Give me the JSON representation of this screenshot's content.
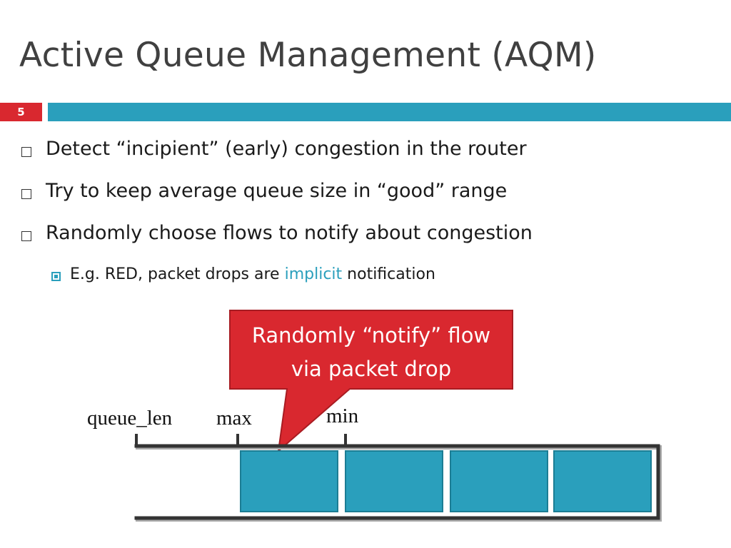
{
  "slide": {
    "title": "Active Queue Management (AQM)",
    "number": "5",
    "accent_color": "#d9282f",
    "bar_color": "#2a9fbc"
  },
  "bullets": [
    "Detect “incipient” (early) congestion in the router",
    "Try to keep average queue size in “good” range",
    "Randomly choose flows to notify about congestion"
  ],
  "sub_bullet": {
    "before": "E.g. RED, packet drops are ",
    "highlight": "implicit",
    "after": " notification"
  },
  "callout": {
    "line1": "Randomly “notify” flow",
    "line2": "via packet drop",
    "fill_color": "#d9282f"
  },
  "diagram": {
    "labels": {
      "queue_len": "queue_len",
      "max": "max",
      "min": "min"
    },
    "packet_count": 4,
    "packet_color": "#2a9fbc"
  }
}
